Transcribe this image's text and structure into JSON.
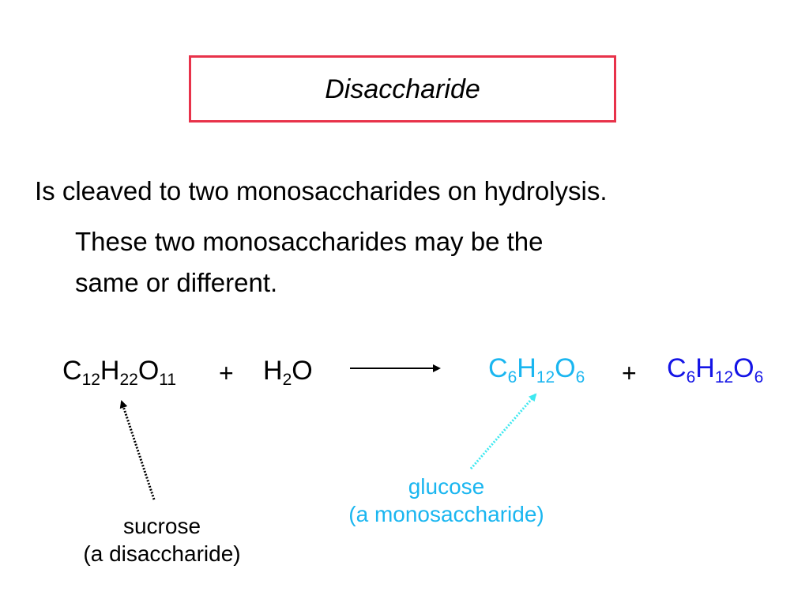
{
  "title": "Disaccharide",
  "statement": "Is cleaved to two monosaccharides on hydrolysis.",
  "note_line1": "These two monosaccharides may be the",
  "note_line2": "same or different.",
  "equation": {
    "reactant1": {
      "parts": [
        {
          "t": "C"
        },
        {
          "s": "12"
        },
        {
          "t": "H"
        },
        {
          "s": "22"
        },
        {
          "t": "O"
        },
        {
          "s": "11"
        }
      ]
    },
    "plus_left": "+",
    "reactant2": {
      "parts": [
        {
          "t": "H"
        },
        {
          "s": "2"
        },
        {
          "t": "O"
        }
      ]
    },
    "product1": {
      "parts": [
        {
          "t": "C"
        },
        {
          "s": "6"
        },
        {
          "t": "H"
        },
        {
          "s": "12"
        },
        {
          "t": "O"
        },
        {
          "s": "6"
        }
      ]
    },
    "plus_right": "+",
    "product2": {
      "parts": [
        {
          "t": "C"
        },
        {
          "s": "6"
        },
        {
          "t": "H"
        },
        {
          "s": "12"
        },
        {
          "t": "O"
        },
        {
          "s": "6"
        }
      ]
    }
  },
  "labels": {
    "sucrose_line1": "sucrose",
    "sucrose_line2": "(a disaccharide)",
    "glucose_line1": "glucose",
    "glucose_line2": "(a monosaccharide)"
  },
  "colors": {
    "title_border": "#e8324a",
    "text": "#000000",
    "product1": "#1ab6f0",
    "product2": "#1414e6",
    "glucose_label": "#1ab6f0",
    "glucose_arrow": "#3ee8f0"
  }
}
